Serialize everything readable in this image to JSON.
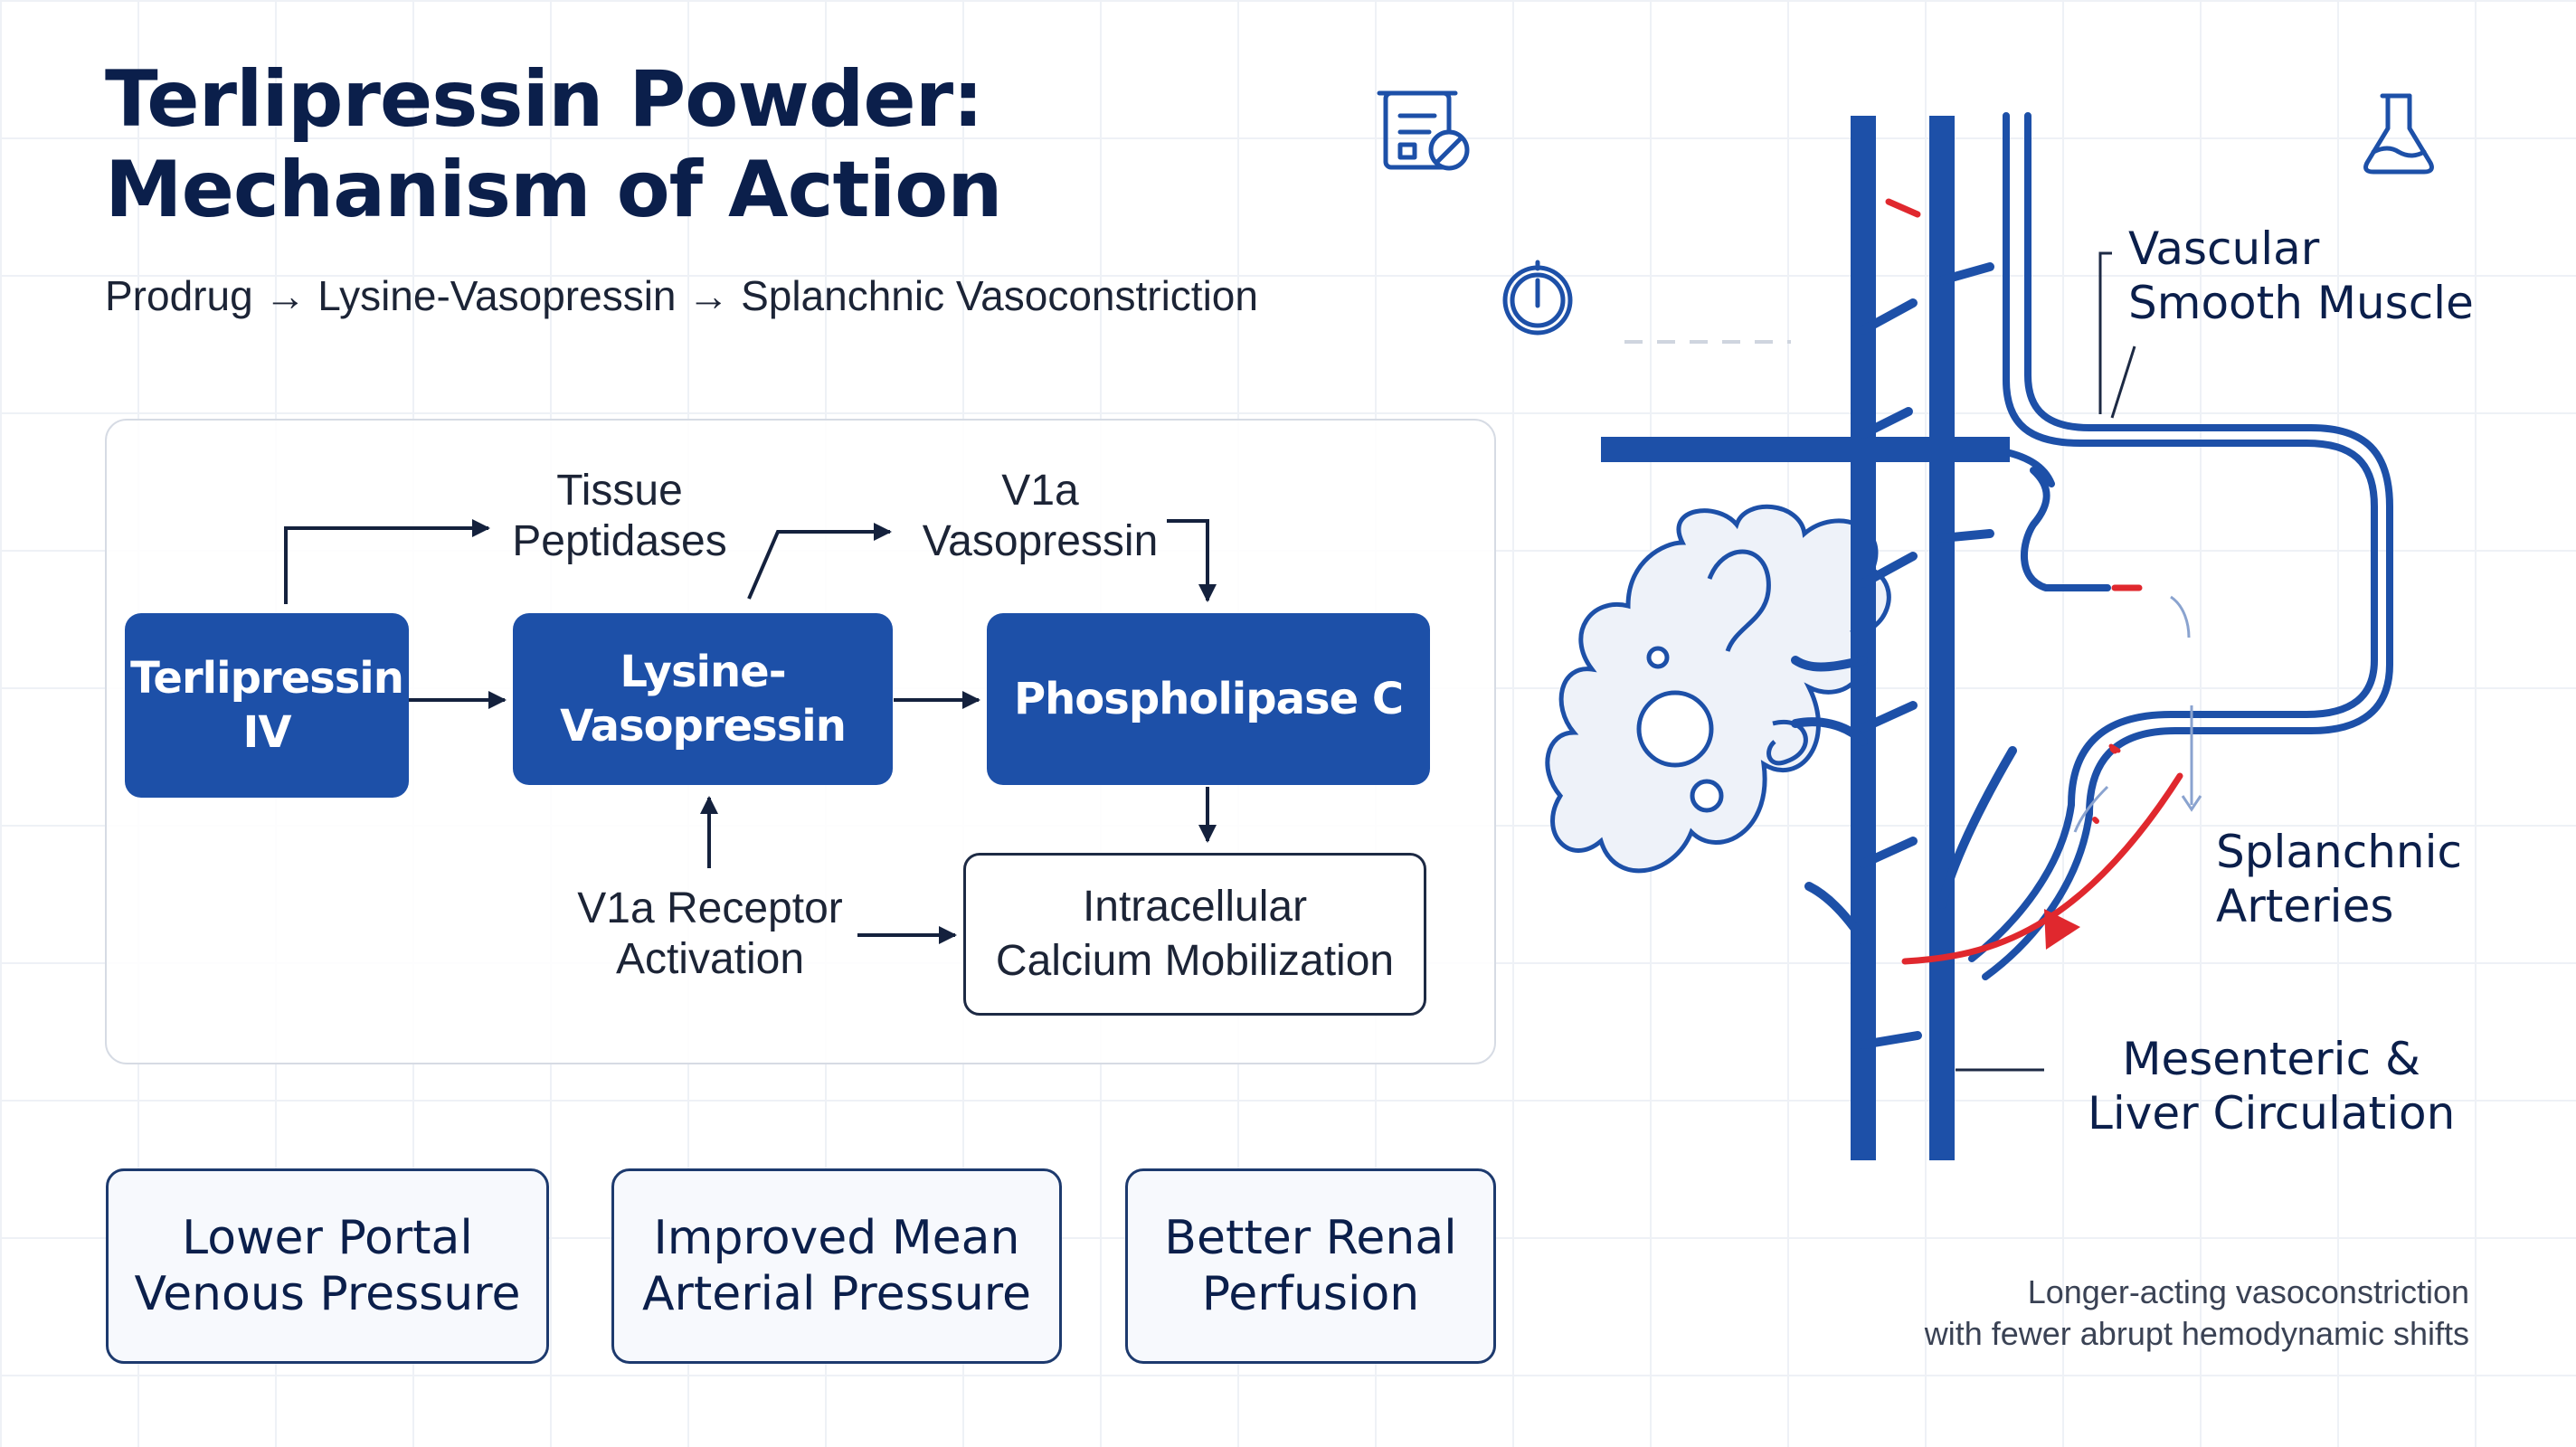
{
  "header": {
    "title_line1": "Terlipressin Powder:",
    "title_line2": "Mechanism of Action",
    "subtitle": "Prodrug → Lysine-Vasopressin → Splanchnic Vasoconstriction"
  },
  "flow": {
    "terlipressin": "Terlipressin\nIV",
    "lysine_vasopressin": "Lysine-\nVasopressin",
    "phospholipase": "Phospholipase C",
    "calcium": "Intracellular\nCalcium Mobilization",
    "tissue_peptidases": "Tissue\nPeptidases",
    "v1a_vasopressin": "V1a\nVasopressin",
    "v1a_receptor": "V1a Receptor\nActivation"
  },
  "outcomes": {
    "portal": "Lower Portal\nVenous Pressure",
    "arterial": "Improved Mean\nArterial Pressure",
    "renal": "Better Renal\nPerfusion"
  },
  "anatomy": {
    "vascular_smooth_muscle": "Vascular\nSmooth Muscle",
    "splanchnic_arteries": "Splanchnic\nArteries",
    "mesenteric_liver": "Mesenteric &\nLiver Circulation"
  },
  "footnote": "Longer-acting vasoconstriction\nwith fewer abrupt hemodynamic shifts",
  "icons": [
    "clipboard-pill-icon",
    "clock-icon",
    "flask-icon"
  ],
  "colors": {
    "primary": "#1d50a8",
    "navy": "#0b1f4b",
    "accent_red": "#e0282e"
  }
}
